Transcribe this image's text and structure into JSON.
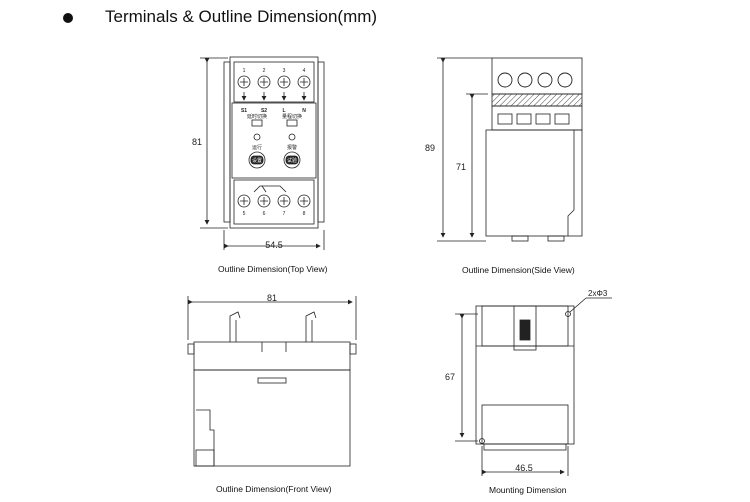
{
  "heading": "Terminals & Outline Dimension(mm)",
  "top_view": {
    "caption": "Outline Dimension(Top View)",
    "height_label": "81",
    "width_label": "54.5",
    "top_terminals": [
      "1",
      "2",
      "3",
      "4"
    ],
    "bottom_terminals": [
      "5",
      "6",
      "7",
      "8"
    ],
    "terminal_function_labels": [
      "S1",
      "S2",
      "L",
      "N"
    ],
    "switch_labels": [
      "延时切换",
      "量程切换"
    ],
    "left_knob_label": "设置",
    "right_knob_label": "试验",
    "left_led_label": "运行",
    "right_led_label": "报警"
  },
  "side_view": {
    "caption": "Outline Dimension(Side View)",
    "total_height_label": "89",
    "body_height_label": "71"
  },
  "front_view": {
    "caption": "Outline Dimension(Front View)",
    "width_label": "81"
  },
  "mounting": {
    "caption": "Mounting Dimension",
    "height_label": "67",
    "width_label": "46.5",
    "hole_label": "2xΦ3"
  }
}
